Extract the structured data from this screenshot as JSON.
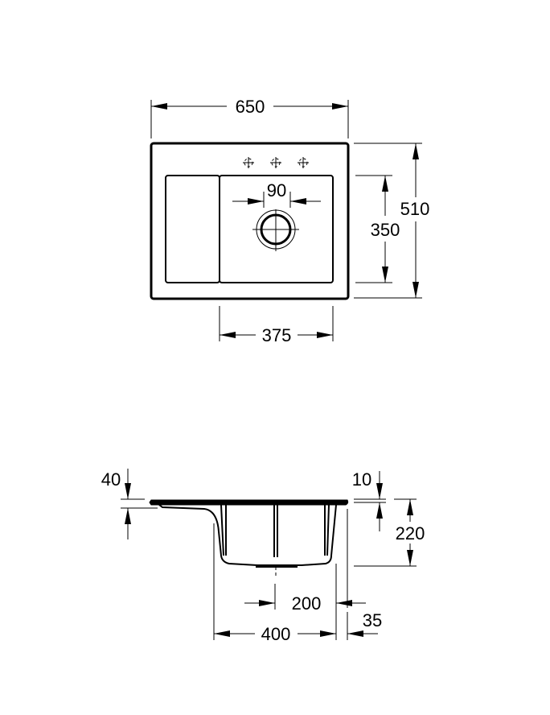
{
  "drawing": {
    "subject": "kitchen sink dimension drawing",
    "units": "mm",
    "colors": {
      "line": "#000000",
      "background": "#ffffff"
    },
    "top_view": {
      "overall_width": "650",
      "overall_depth": "510",
      "bowl_depth": "350",
      "bowl_width": "375",
      "drain_diameter": "90",
      "tap_holes": 3
    },
    "side_view": {
      "drainboard_drop": "40",
      "rim_thickness": "10",
      "bowl_depth": "220",
      "drain_offset": "200",
      "bowl_width": "400",
      "edge_offset": "35"
    }
  }
}
